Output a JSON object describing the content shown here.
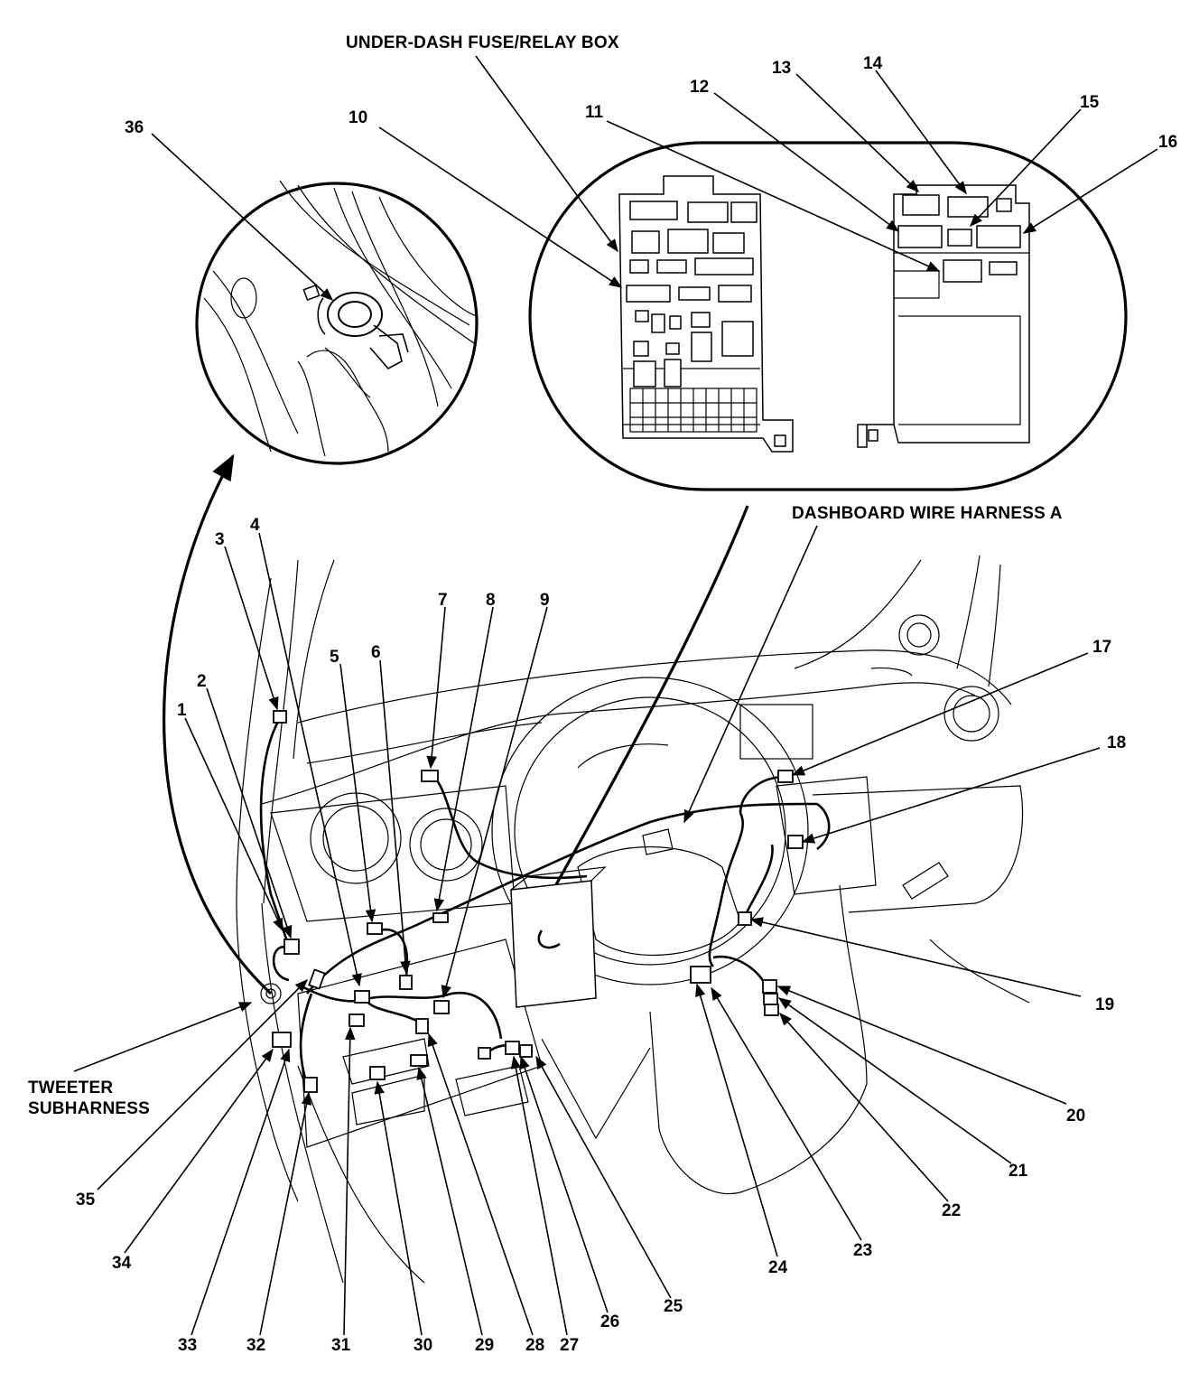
{
  "titles": {
    "fuse_box": "UNDER-DASH FUSE/RELAY BOX",
    "harness": "DASHBOARD WIRE HARNESS A",
    "tweeter_line1": "TWEETER",
    "tweeter_line2": "SUBHARNESS"
  },
  "callouts": [
    "1",
    "2",
    "3",
    "4",
    "5",
    "6",
    "7",
    "8",
    "9",
    "10",
    "11",
    "12",
    "13",
    "14",
    "15",
    "16",
    "17",
    "18",
    "19",
    "20",
    "21",
    "22",
    "23",
    "24",
    "25",
    "26",
    "27",
    "28",
    "29",
    "30",
    "31",
    "32",
    "33",
    "34",
    "35",
    "36"
  ]
}
